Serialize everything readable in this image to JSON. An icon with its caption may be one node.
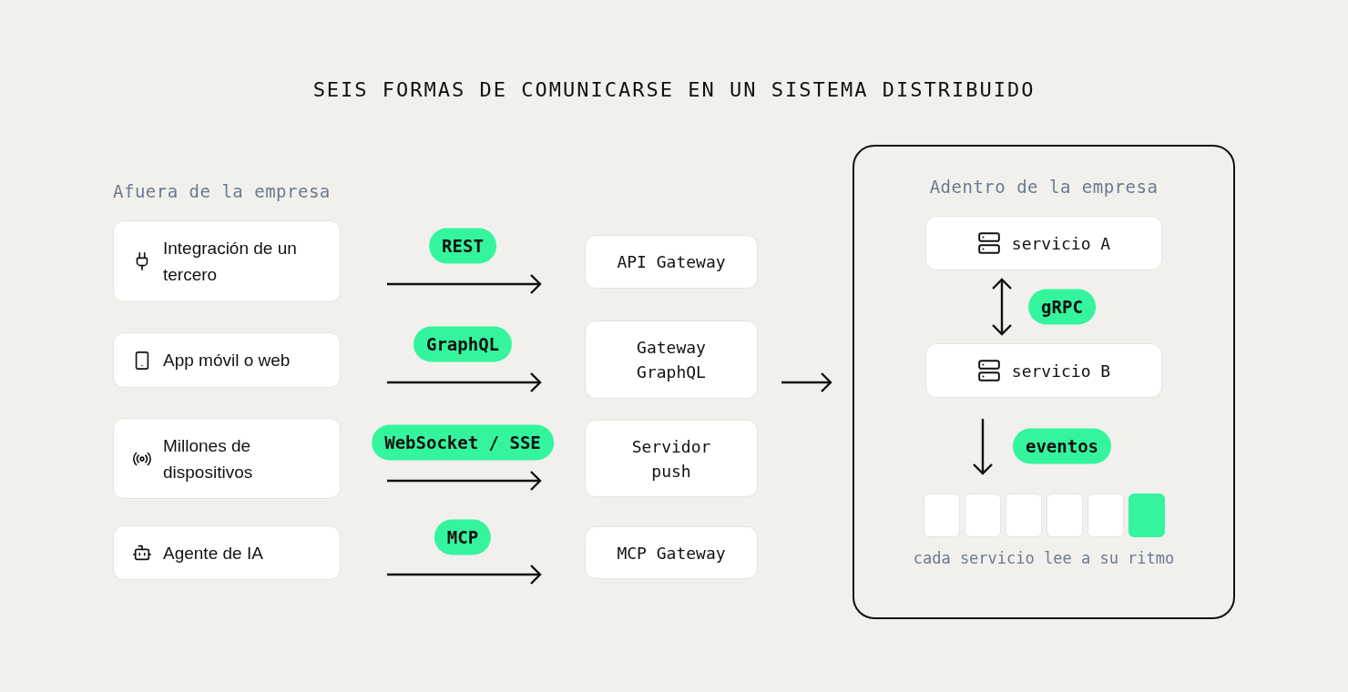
{
  "diagram": {
    "title": "SEIS FORMAS DE COMUNICARSE EN UN SISTEMA DISTRIBUIDO",
    "nodes": [
      {
        "text": [
          "Integración de un tercero"
        ]
      },
      {
        "text": [
          "App móvil o web"
        ]
      },
      {
        "text": [
          "Millones de dispositivos"
        ]
      },
      {
        "text": [
          "Agente de IA"
        ]
      },
      {
        "text": [
          "API Gateway"
        ]
      },
      {
        "text": [
          "Gateway GraphQL"
        ]
      },
      {
        "text": [
          "Servidor push"
        ]
      },
      {
        "text": [
          "MCP Gateway"
        ]
      },
      {
        "text": [
          "Adentro de la empresa"
        ]
      },
      {
        "text": [
          "servicio A"
        ],
        "in": 8
      },
      {
        "text": [
          "servicio B"
        ],
        "in": 8
      },
      {
        "text": [],
        "shape": "box",
        "in": 8
      },
      {
        "text": [],
        "shape": "box",
        "in": 8
      },
      {
        "text": [],
        "shape": "box",
        "in": 8
      },
      {
        "text": [],
        "shape": "box",
        "in": 8
      },
      {
        "text": [],
        "shape": "box",
        "in": 8
      },
      {
        "text": [],
        "shape": "box",
        "in": 8
      }
    ],
    "edges": [
      {
        "from": 0,
        "to": 4,
        "arrow": "to",
        "label": "REST"
      },
      {
        "from": 1,
        "to": 5,
        "arrow": "to",
        "label": "GraphQL"
      },
      {
        "from": 2,
        "to": 6,
        "arrow": "to",
        "label": "WebSocket / SSE"
      },
      {
        "from": 3,
        "to": 7,
        "arrow": "to",
        "label": "MCP"
      },
      {
        "from": null,
        "to": 8,
        "arrow": "to"
      },
      {
        "from": 9,
        "to": 10,
        "arrow": "both",
        "label": "gRPC"
      },
      {
        "from": 10,
        "to": 12,
        "arrow": "to",
        "label": "eventos"
      }
    ],
    "labels": [
      "Afuera de la empresa",
      "cada servicio lee a su ritmo"
    ]
  }
}
